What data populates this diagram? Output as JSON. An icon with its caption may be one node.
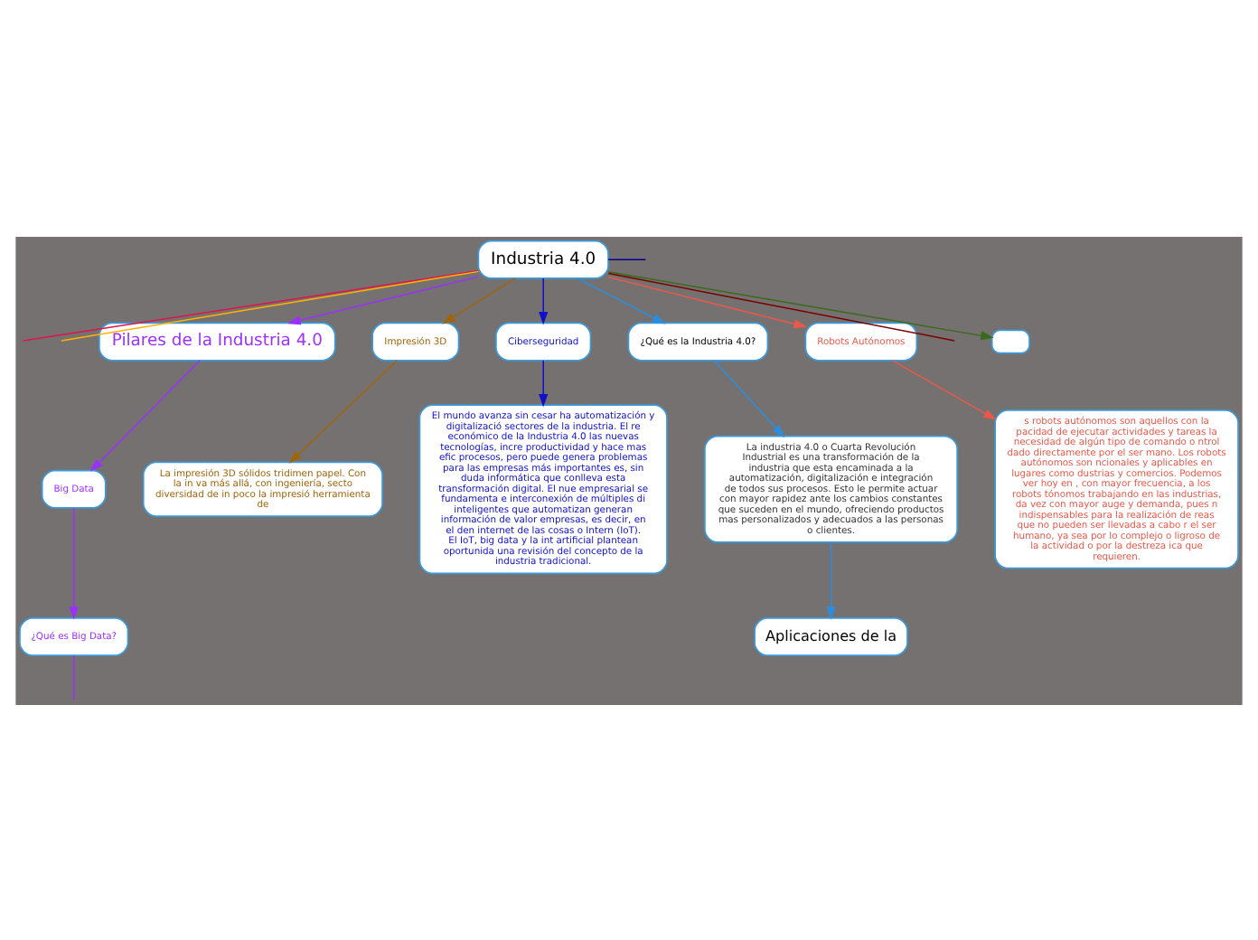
{
  "diagram": {
    "nodes": [
      {
        "text": [
          "Industria 4.0"
        ]
      },
      {
        "text": [
          "Pilares de la Industria 4.0"
        ]
      },
      {
        "text": [
          "Big Data"
        ]
      },
      {
        "text": [
          "¿Qué es Big Data?"
        ]
      },
      {
        "text": [
          "Impresión 3D"
        ]
      },
      {
        "text": [
          "La impresión 3D sólidos tridimen papel. Con la in va más allá, con ingeniería, secto diversidad de in poco la impresió herramienta de"
        ]
      },
      {
        "text": [
          "Ciberseguridad"
        ]
      },
      {
        "text": [
          "El mundo avanza sin cesar ha automatización y digitalizació sectores de la industria. El re económico de la Industria 4.0 las nuevas tecnologías, incre productividad y hace mas efic procesos, pero puede genera problemas para las empresas más importantes es, sin duda informática que conlleva esta transformación digital. El nue empresarial se fundamenta e interconexión de múltiples di inteligentes que automatizan generan información de valor empresas, es decir, en el den internet de las cosas o Intern (IoT). El IoT, big data y la int artificial plantean oportunida una revisión del concepto de la industria tradicional."
        ]
      },
      {
        "text": [
          "¿Qué es la Industria 4.0?"
        ]
      },
      {
        "text": [
          "La industria 4.0 o Cuarta Revolución Industrial es una transformación de la industria que esta encaminada a la automatización, digitalización e integración de todos sus procesos. Esto le permite actuar con mayor rapidez ante los cambios constantes que suceden en el mundo, ofreciendo productos mas personalizados y adecuados a las personas o clientes."
        ]
      },
      {
        "text": [
          "Aplicaciones de la"
        ]
      },
      {
        "text": [
          "Robots Autónomos"
        ]
      },
      {
        "text": [
          "s robots autónomos son aquellos con la pacidad de ejecutar actividades y tareas la necesidad de algún tipo de comando o ntrol dado directamente por el ser mano. Los robots autónomos son ncionales y aplicables en lugares como dustrias y comercios. Podemos ver hoy en , con mayor frecuencia, a los robots tónomos trabajando en las industrias, da vez con mayor auge y demanda, pues n indispensables para la realización de reas que no pueden ser llevadas a cabo r el ser humano, ya sea por lo complejo o ligroso de la actividad o por la destreza ica que requieren."
        ]
      },
      {
        "text": [],
        "shape": "box"
      }
    ],
    "edges": [
      {
        "from": 0,
        "to": 1,
        "arrow": "to",
        "color": "#9b30ff"
      },
      {
        "from": 1,
        "to": 2,
        "arrow": "to",
        "color": "#9b30ff"
      },
      {
        "from": 2,
        "to": 3,
        "arrow": "to",
        "color": "#9b30ff"
      },
      {
        "from": 3,
        "to": null,
        "arrow": "none",
        "color": "#9b30ff"
      },
      {
        "from": 0,
        "to": 4,
        "arrow": "to",
        "color": "#a0650a"
      },
      {
        "from": 4,
        "to": 5,
        "arrow": "to",
        "color": "#a0650a"
      },
      {
        "from": 0,
        "to": 6,
        "arrow": "to",
        "color": "#1010c8"
      },
      {
        "from": 6,
        "to": 7,
        "arrow": "to",
        "color": "#1010c8"
      },
      {
        "from": 0,
        "to": 8,
        "arrow": "to",
        "color": "#2a8ee0"
      },
      {
        "from": 8,
        "to": 9,
        "arrow": "to",
        "color": "#2a8ee0"
      },
      {
        "from": 9,
        "to": 10,
        "arrow": "to",
        "color": "#2a8ee0"
      },
      {
        "from": 0,
        "to": 11,
        "arrow": "to",
        "color": "#e8594a"
      },
      {
        "from": 11,
        "to": 12,
        "arrow": "to",
        "color": "#e8594a"
      },
      {
        "from": 0,
        "to": 13,
        "arrow": "to",
        "color": "#3a6b1a"
      },
      {
        "from": 0,
        "to": null,
        "arrow": "none",
        "color": "#e0144c"
      },
      {
        "from": 0,
        "to": null,
        "arrow": "none",
        "color": "#ffb300"
      },
      {
        "from": 0,
        "to": null,
        "arrow": "none",
        "color": "#7a0000"
      },
      {
        "from": 0,
        "to": null,
        "arrow": "none",
        "color": "#00008b"
      }
    ]
  }
}
